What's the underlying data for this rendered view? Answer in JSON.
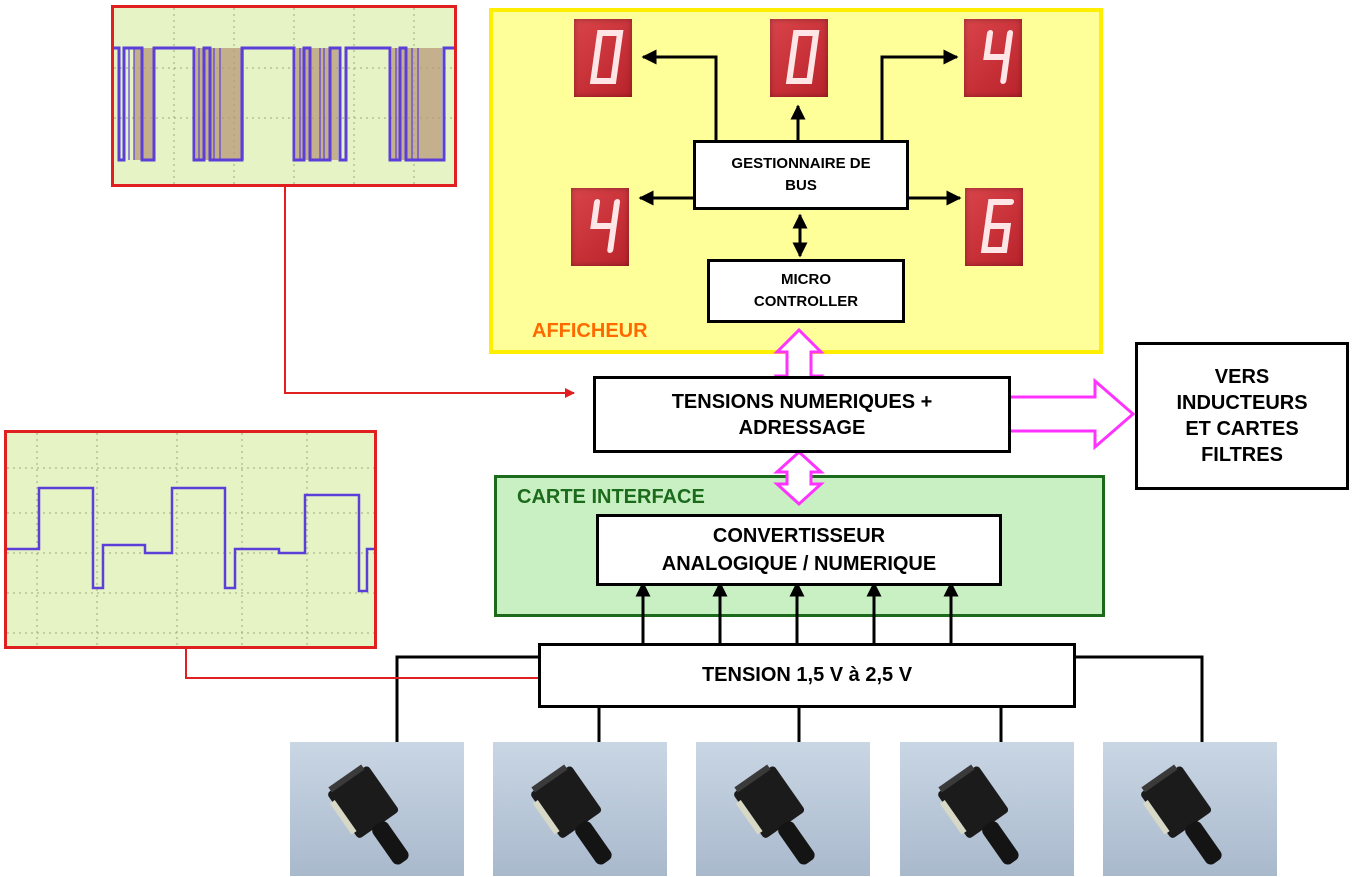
{
  "afficheur": {
    "label": "AFFICHEUR",
    "bus_manager": {
      "line1": "GESTIONNAIRE DE",
      "line2": "BUS"
    },
    "microcontroller": {
      "line1": "MICRO",
      "line2": "CONTROLLER"
    },
    "digits": [
      "0",
      "0",
      "4",
      "4",
      "6"
    ]
  },
  "main": {
    "tensions_numeriques": {
      "line1": "TENSIONS NUMERIQUES +",
      "line2": "ADRESSAGE"
    },
    "vers": {
      "line1": "VERS",
      "line2": "INDUCTEURS",
      "line3": "ET CARTES",
      "line4": "FILTRES"
    }
  },
  "carte_interface": {
    "label": "CARTE INTERFACE",
    "converter": {
      "line1": "CONVERTISSEUR",
      "line2": "ANALOGIQUE / NUMERIQUE"
    }
  },
  "tension": {
    "label": "TENSION 1,5 V à 2,5 V"
  },
  "colors": {
    "afficheur_bg": "#ffff99",
    "afficheur_border": "#ffee00",
    "afficheur_label": "#ff6a00",
    "interface_bg": "#c9f0c3",
    "interface_border": "#1c6b1c",
    "interface_label": "#1c6b1c",
    "digit_red": "#d23b42",
    "scope_border": "#e02020",
    "signal_wire": "#e02020",
    "bus_arrow": "#ff33ff",
    "scope_trace": "#5b3fd8"
  },
  "icons": [
    "seven-segment-display",
    "oscilloscope-trace",
    "potentiometer"
  ]
}
